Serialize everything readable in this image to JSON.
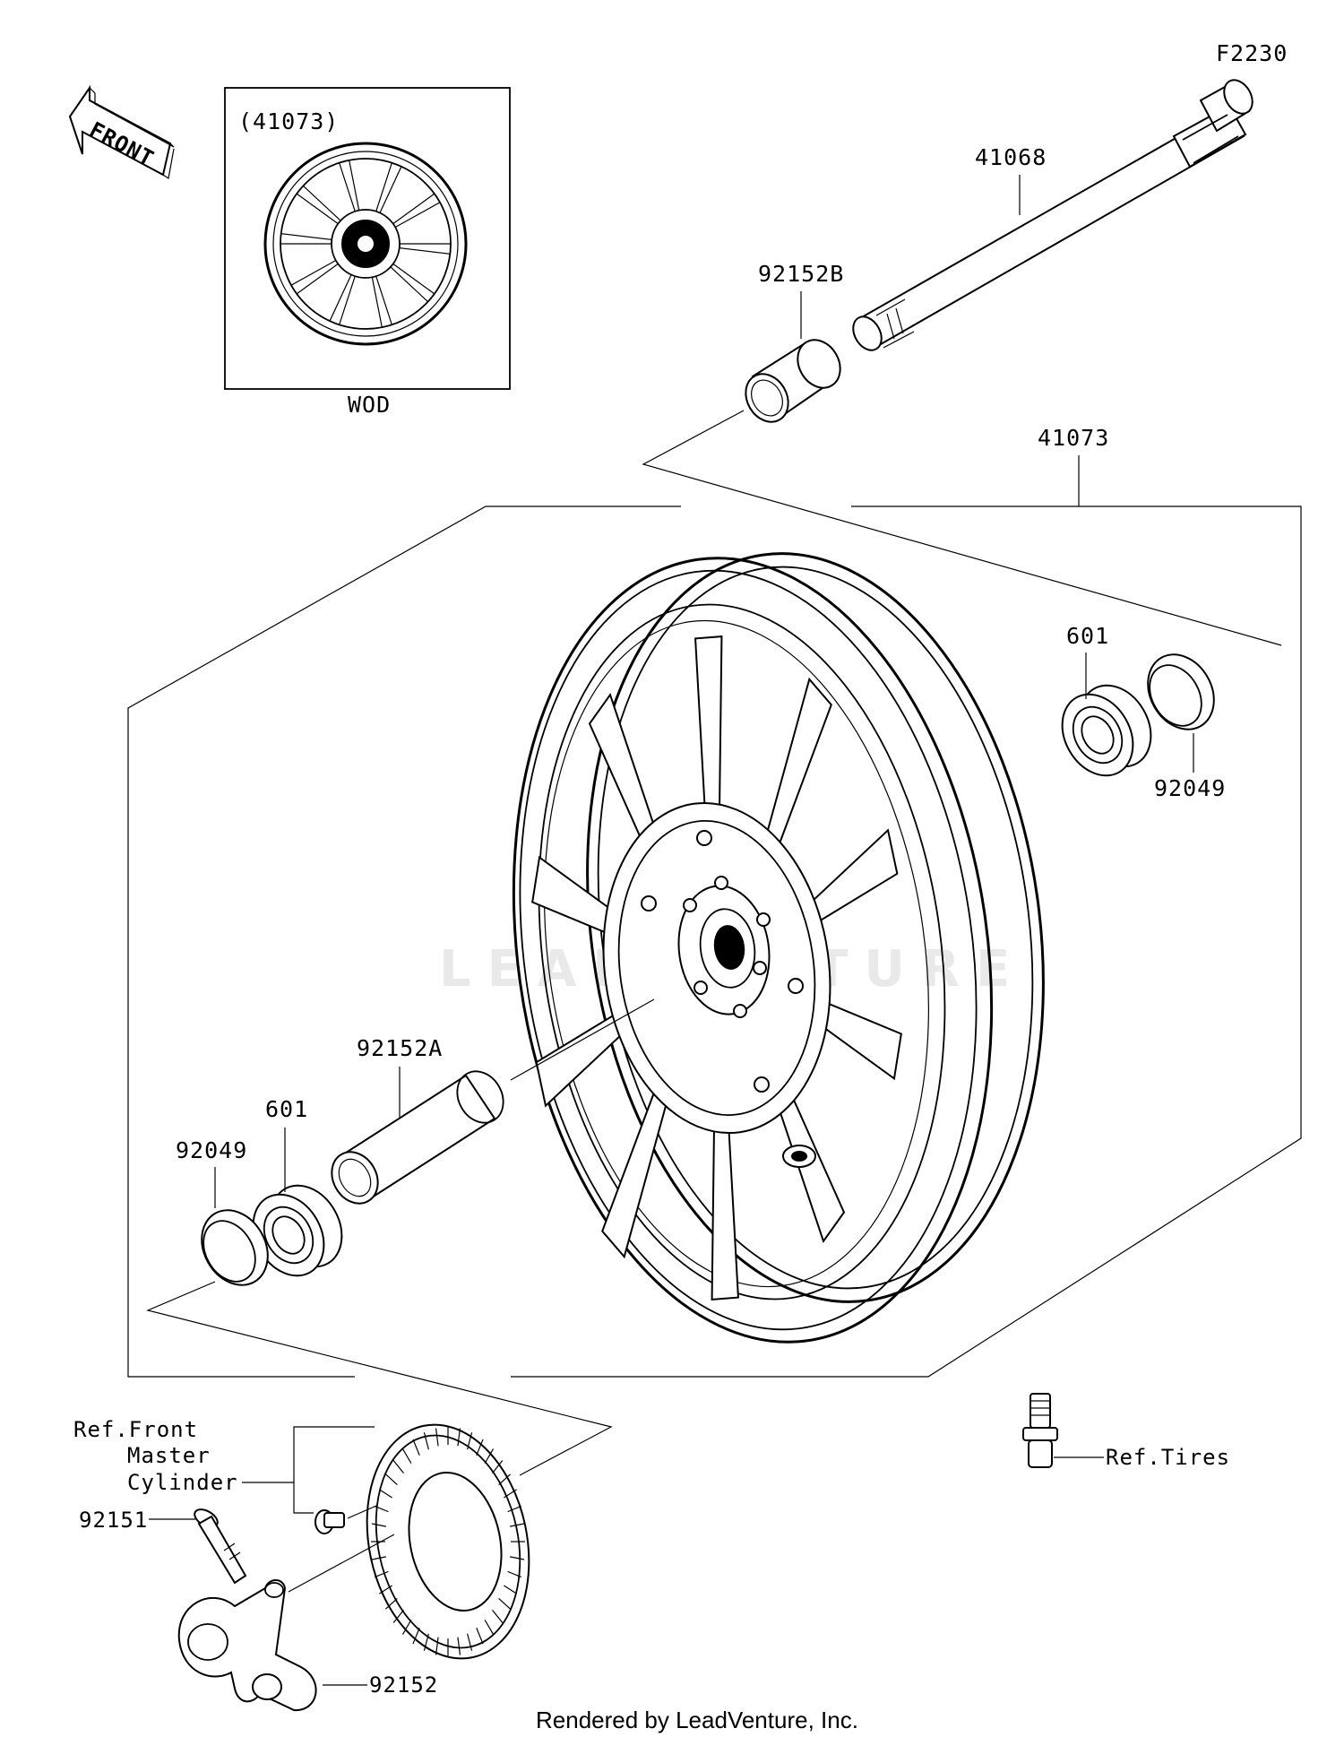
{
  "figure_code": "F2230",
  "front_label": "FRONT",
  "inset": {
    "part_number": "(41073)",
    "caption": "WOD"
  },
  "parts": {
    "axle": "41068",
    "collar_b": "92152B",
    "wheel_assembly": "41073",
    "bearing_right": "601",
    "seal_right": "92049",
    "collar_a": "92152A",
    "bearing_left": "601",
    "seal_left": "92049",
    "bolt": "92151",
    "sensor_bracket": "92152"
  },
  "references": {
    "master_cylinder_line1": "Ref.Front",
    "master_cylinder_line2": "Master",
    "master_cylinder_line3": "Cylinder",
    "tires": "Ref.Tires"
  },
  "watermark": "LEADVENTURE",
  "footer": "Rendered by LeadVenture, Inc."
}
